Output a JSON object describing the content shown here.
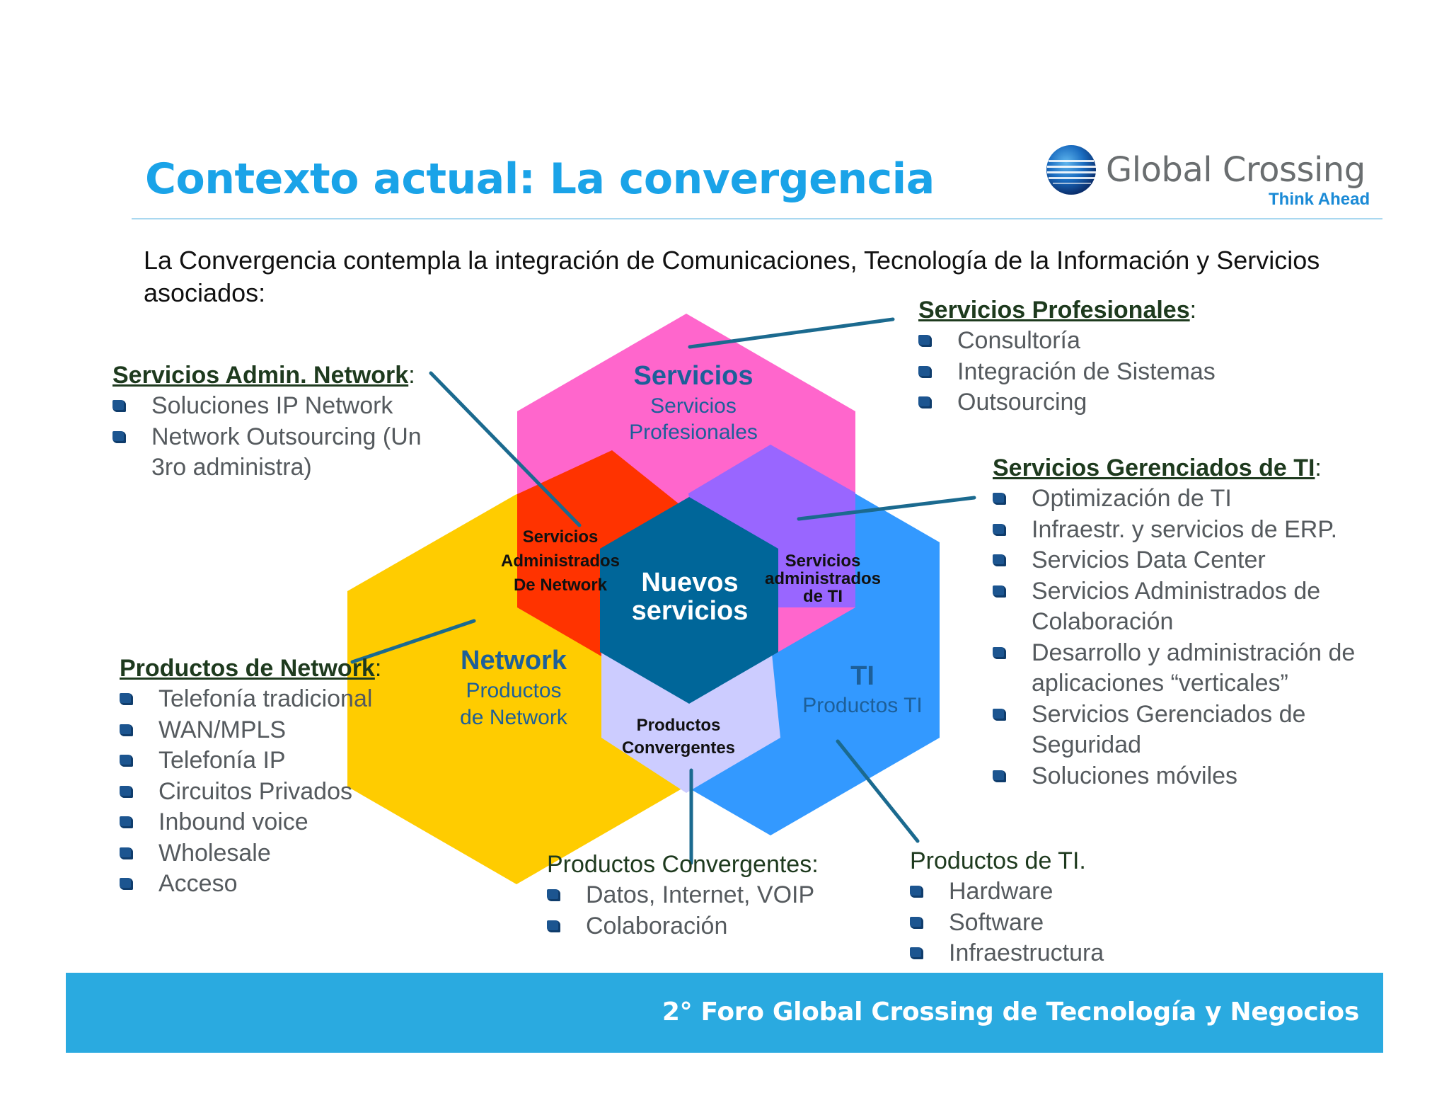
{
  "title": "Contexto actual: La convergencia",
  "logo": {
    "name": "Global Crossing",
    "tagline": "Think Ahead"
  },
  "intro": "La Convergencia contempla la integración de Comunicaciones, Tecnología de la Información y Servicios asociados:",
  "diagram": {
    "servicios": {
      "title": "Servicios",
      "line1": "Servicios",
      "line2": "Profesionales"
    },
    "network": {
      "title": "Network",
      "line1": "Productos",
      "line2": "de Network"
    },
    "ti": {
      "title": "TI",
      "line1": "Productos TI"
    },
    "center": {
      "line1": "Nuevos",
      "line2": "servicios"
    },
    "overlap_admin_network": {
      "line1": "Servicios",
      "line2": "Administrados",
      "line3": "De Network"
    },
    "overlap_admin_ti": {
      "line1": "Servicios",
      "line2": "administrados",
      "line3": "de TI"
    },
    "overlap_convergentes": {
      "line1": "Productos",
      "line2": "Convergentes"
    },
    "colors": {
      "pink": "#ff66cc",
      "yellow": "#ffcc00",
      "blue": "#3399ff",
      "red": "#ff3300",
      "purple": "#9966ff",
      "lavender": "#ccccff",
      "center": "#006699",
      "connector": "#1b6a8f"
    }
  },
  "blocks": {
    "servicios_profesionales": {
      "heading": "Servicios Profesionales",
      "items": [
        "Consultoría",
        "Integración de Sistemas",
        "Outsourcing"
      ]
    },
    "servicios_admin_network": {
      "heading": "Servicios Admin. Network",
      "items": [
        "Soluciones IP Network",
        "Network Outsourcing (Un 3ro administra)"
      ]
    },
    "servicios_gerenciados_ti": {
      "heading": "Servicios Gerenciados de TI",
      "items": [
        "Optimización de TI",
        "Infraestr. y servicios de ERP.",
        "Servicios Data Center",
        "Servicios Administrados de Colaboración",
        "Desarrollo y administración de aplicaciones “verticales”",
        "Servicios Gerenciados de Seguridad",
        "Soluciones móviles"
      ]
    },
    "productos_network": {
      "heading": "Productos de Network",
      "items": [
        "Telefonía tradicional",
        "WAN/MPLS",
        "Telefonía IP",
        "Circuitos Privados",
        "Inbound voice",
        "Wholesale",
        "Acceso"
      ]
    },
    "productos_convergentes": {
      "heading": "Productos Convergentes:",
      "items": [
        "Datos, Internet, VOIP",
        "Colaboración"
      ]
    },
    "productos_ti": {
      "heading": "Productos de TI.",
      "items": [
        "Hardware",
        "Software",
        "Infraestructura"
      ]
    }
  },
  "footer": "2° Foro Global Crossing de Tecnología y Negocios"
}
